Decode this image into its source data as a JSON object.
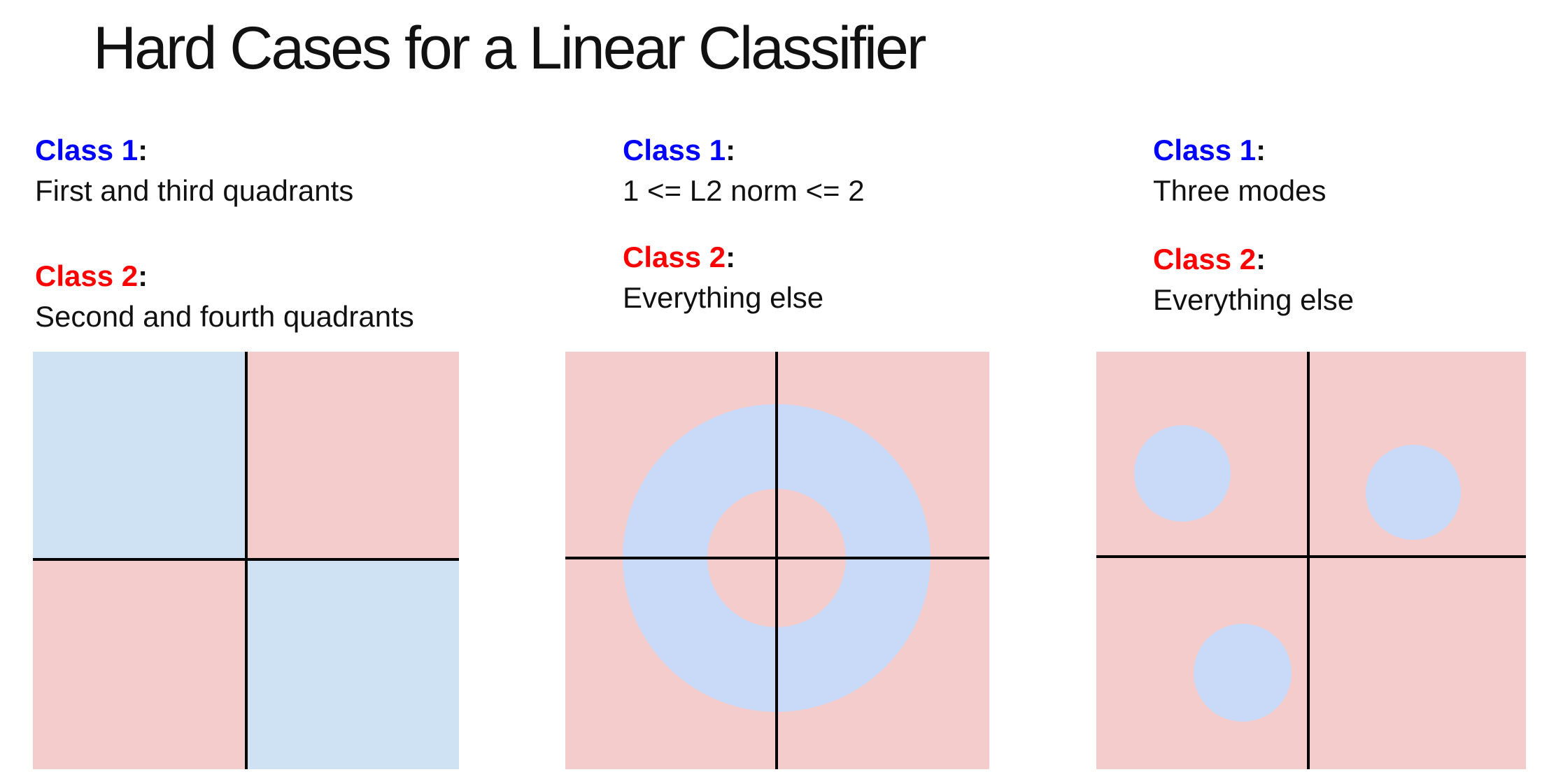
{
  "title": "Hard Cases for a Linear Classifier",
  "colors": {
    "class1_color": "#0000ff",
    "class2_color": "#ff0000",
    "blue_region": "#cfe2f3",
    "pink_region": "#f4cccc",
    "mode_blue": "#c9daf8",
    "axis_color": "#000000"
  },
  "panels": [
    {
      "graphic": "quadrant-checkerboard",
      "class1": {
        "label": "Class 1",
        "colon": ":",
        "desc": "First and third quadrants"
      },
      "class2": {
        "label": "Class 2",
        "colon": ":",
        "desc": "Second and fourth quadrants"
      }
    },
    {
      "graphic": "annulus-ring",
      "class1": {
        "label": "Class 1",
        "colon": ":",
        "desc": "1 <= L2 norm <= 2"
      },
      "class2": {
        "label": "Class 2",
        "colon": ":",
        "desc": "Everything else"
      }
    },
    {
      "graphic": "three-modes",
      "class1": {
        "label": "Class 1",
        "colon": ":",
        "desc": "Three modes"
      },
      "class2": {
        "label": "Class 2",
        "colon": ":",
        "desc": "Everything else"
      }
    }
  ]
}
